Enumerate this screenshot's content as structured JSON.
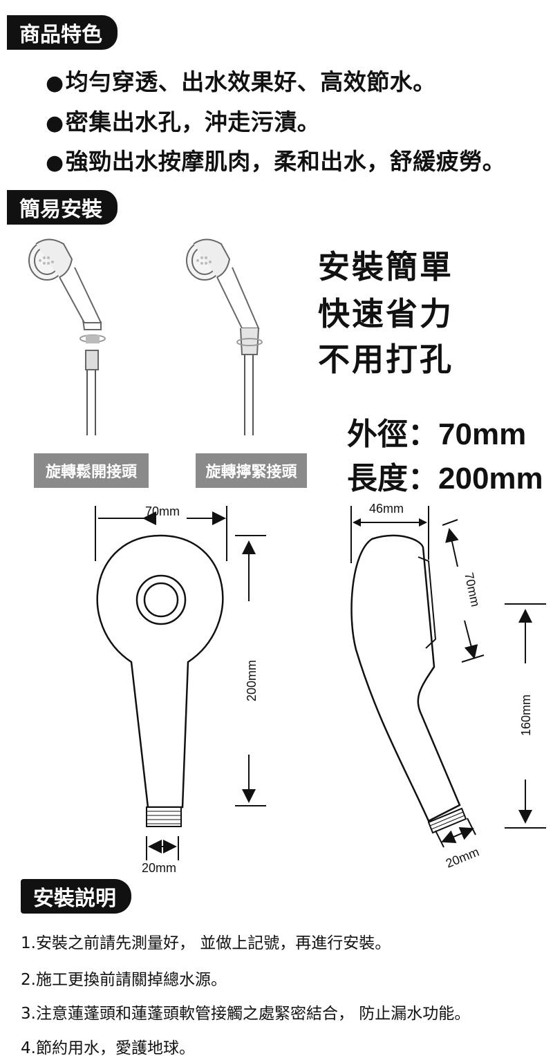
{
  "sections": {
    "features_title": "商品特色",
    "install_title": "簡易安裝",
    "guide_title": "安裝説明"
  },
  "features": [
    "均勻穿透、出水效果好、高效節水。",
    "密集出水孔，沖走污漬。",
    "強勁出水按摩肌肉，柔和出水，舒緩疲勞。"
  ],
  "bullet": "●",
  "slogans": [
    "安裝簡單",
    "快速省力",
    "不用打孔"
  ],
  "specs": {
    "diameter_label": "外徑：",
    "diameter_value": "70mm",
    "length_label": "長度：",
    "length_value": "200mm"
  },
  "captions": {
    "loosen": "旋轉鬆開接頭",
    "tighten": "旋轉擰緊接頭"
  },
  "dimensions": {
    "front_width": "70mm",
    "front_length": "200mm",
    "front_neck": "20mm",
    "side_depth": "46mm",
    "side_head": "70mm",
    "side_handle": "160mm",
    "side_neck": "20mm"
  },
  "notes": [
    "1.安裝之前請先測量好， 並做上記號，再進行安裝。",
    "2.施工更換前請關掉總水源。",
    "3.注意蓮蓬頭和蓮蓬頭軟管接觸之處緊密結合， 防止漏水功能。",
    "4.節約用水，愛護地球。"
  ]
}
